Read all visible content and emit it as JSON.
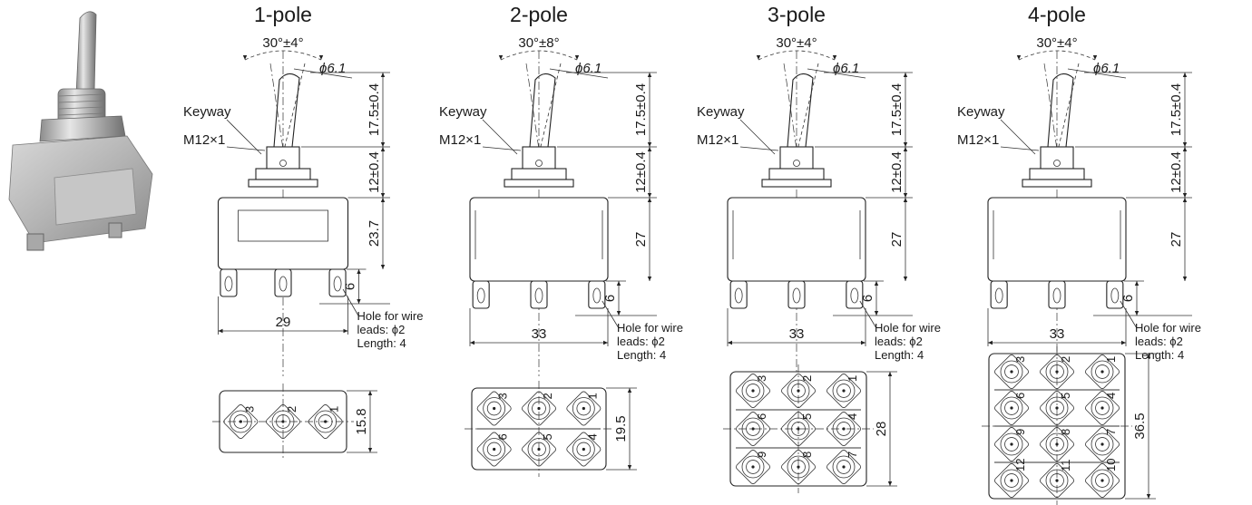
{
  "photo": {
    "alt": "toggle switch product photo"
  },
  "drawings": [
    {
      "title": "1-pole",
      "angle": "30°±4°",
      "lever_dia": "ϕ6.1",
      "keyway": "Keyway",
      "thread": "M12×1",
      "lever_len": "17.5±0.4",
      "bushing_len": "12±0.4",
      "body_h": "23.7",
      "term_h": "6",
      "width": "29",
      "hole_note": [
        "Hole for wire",
        "leads: ϕ2",
        "Length: 4"
      ],
      "bottom_dim": "15.8",
      "terminal_numbers": [
        "3",
        "2",
        "1"
      ]
    },
    {
      "title": "2-pole",
      "angle": "30°±8°",
      "lever_dia": "ϕ6.1",
      "keyway": "Keyway",
      "thread": "M12×1",
      "lever_len": "17.5±0.4",
      "bushing_len": "12±0.4",
      "body_h": "27",
      "term_h": "6",
      "width": "33",
      "hole_note": [
        "Hole for wire",
        "leads: ϕ2",
        "Length: 4"
      ],
      "bottom_dim": "19.5",
      "terminal_numbers": [
        "3",
        "2",
        "1",
        "6",
        "5",
        "4"
      ]
    },
    {
      "title": "3-pole",
      "angle": "30°±4°",
      "lever_dia": "ϕ6.1",
      "keyway": "Keyway",
      "thread": "M12×1",
      "lever_len": "17.5±0.4",
      "bushing_len": "12±0.4",
      "body_h": "27",
      "term_h": "6",
      "width": "33",
      "hole_note": [
        "Hole for wire",
        "leads: ϕ2",
        "Length: 4"
      ],
      "bottom_dim": "28",
      "terminal_numbers": [
        "3",
        "2",
        "1",
        "6",
        "5",
        "4",
        "9",
        "8",
        "7"
      ]
    },
    {
      "title": "4-pole",
      "angle": "30°±4°",
      "lever_dia": "ϕ6.1",
      "keyway": "Keyway",
      "thread": "M12×1",
      "lever_len": "17.5±0.4",
      "bushing_len": "12±0.4",
      "body_h": "27",
      "term_h": "6",
      "width": "33",
      "hole_note": [
        "Hole for wire",
        "leads: ϕ2",
        "Length: 4"
      ],
      "bottom_dim": "36.5",
      "terminal_numbers": [
        "3",
        "2",
        "1",
        "6",
        "5",
        "4",
        "9",
        "8",
        "7",
        "12",
        "11",
        "10"
      ]
    }
  ]
}
